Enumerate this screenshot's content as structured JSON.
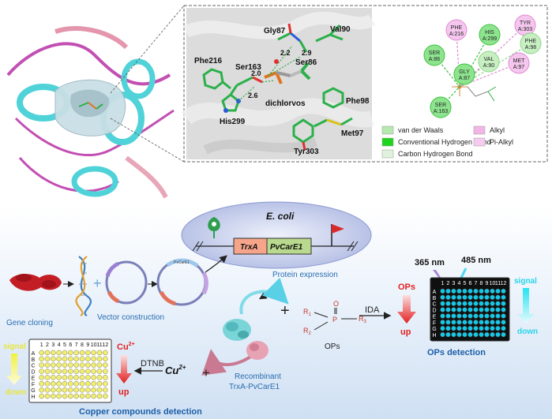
{
  "docking": {
    "residues": {
      "gly87": "Gly87",
      "val90": "Val90",
      "phe216": "Phe216",
      "ser163": "Ser163",
      "ser86": "Ser86",
      "his299": "His299",
      "dichlorvos": "dichlorvos",
      "phe98": "Phe98",
      "tyr303": "Tyr303",
      "met97": "Met97"
    },
    "distances": {
      "d1": "2.2",
      "d2": "2.9",
      "d3": "2.0",
      "d4": "2.6"
    }
  },
  "interaction_map": {
    "nodes": [
      {
        "line1": "PHE",
        "line2": "A:216",
        "kind": "pi"
      },
      {
        "line1": "HIS",
        "line2": "A:299",
        "kind": "hbond"
      },
      {
        "line1": "TYR",
        "line2": "A:303",
        "kind": "pi"
      },
      {
        "line1": "PHE",
        "line2": "A:98",
        "kind": "vdw"
      },
      {
        "line1": "SER",
        "line2": "A:86",
        "kind": "hbond"
      },
      {
        "line1": "VAL",
        "line2": "A:90",
        "kind": "vdw"
      },
      {
        "line1": "MET",
        "line2": "A:97",
        "kind": "pi"
      },
      {
        "line1": "GLY",
        "line2": "A:87",
        "kind": "hbond"
      },
      {
        "line1": "SER",
        "line2": "A:163",
        "kind": "hbond"
      }
    ],
    "legend": [
      {
        "label": "van der Waals",
        "color": "#b6e8b0"
      },
      {
        "label": "Conventional Hydrogen Bond",
        "color": "#1ed41e"
      },
      {
        "label": "Carbon Hydrogen Bond",
        "color": "#dff3dc"
      },
      {
        "label": "Alkyl",
        "color": "#f2b6e6"
      },
      {
        "label": "Pi-Alkyl",
        "color": "#f7cbef"
      }
    ]
  },
  "construct": {
    "host": "E. coli",
    "gene1": "TrxA",
    "gene2": "PvCarE1",
    "expression": "Protein expression"
  },
  "workflow": {
    "gene_cloning": "Gene cloning",
    "vector_construction": "Vector construction",
    "plasmid_label": "PvCarE1",
    "recombinant_line1": "Recombinant",
    "recombinant_line2": "TrxA-PvCarE1"
  },
  "ops_detection": {
    "structure": {
      "r1": "R",
      "r1_sub": "1",
      "r2": "R",
      "r2_sub": "2",
      "r3": "R",
      "r3_sub": "3",
      "o": "O",
      "p": "P"
    },
    "ops_label": "OPs",
    "ida": "IDA",
    "ex_wavelength": "365 nm",
    "em_wavelength": "485 nm",
    "ops_arrow_label": "OPs",
    "ops_arrow_dir": "up",
    "signal": "signal",
    "signal_dir": "down",
    "title": "OPs detection",
    "plate_color": "#13c9e8"
  },
  "copper_detection": {
    "signal": "signal",
    "signal_dir": "down",
    "cu_label": "Cu",
    "cu_sup": "2+",
    "cu_dir": "up",
    "dtnb": "DTNB",
    "cu_reagent": "Cu",
    "cu_reagent_sup": "2+",
    "plus": "+",
    "title": "Copper compounds detection",
    "plate_color": "#f2ef6e"
  },
  "plate": {
    "columns": [
      "1",
      "2",
      "3",
      "4",
      "5",
      "6",
      "7",
      "8",
      "9",
      "10",
      "11",
      "12"
    ],
    "rows": [
      "A",
      "B",
      "C",
      "D",
      "E",
      "F",
      "G",
      "H"
    ]
  }
}
